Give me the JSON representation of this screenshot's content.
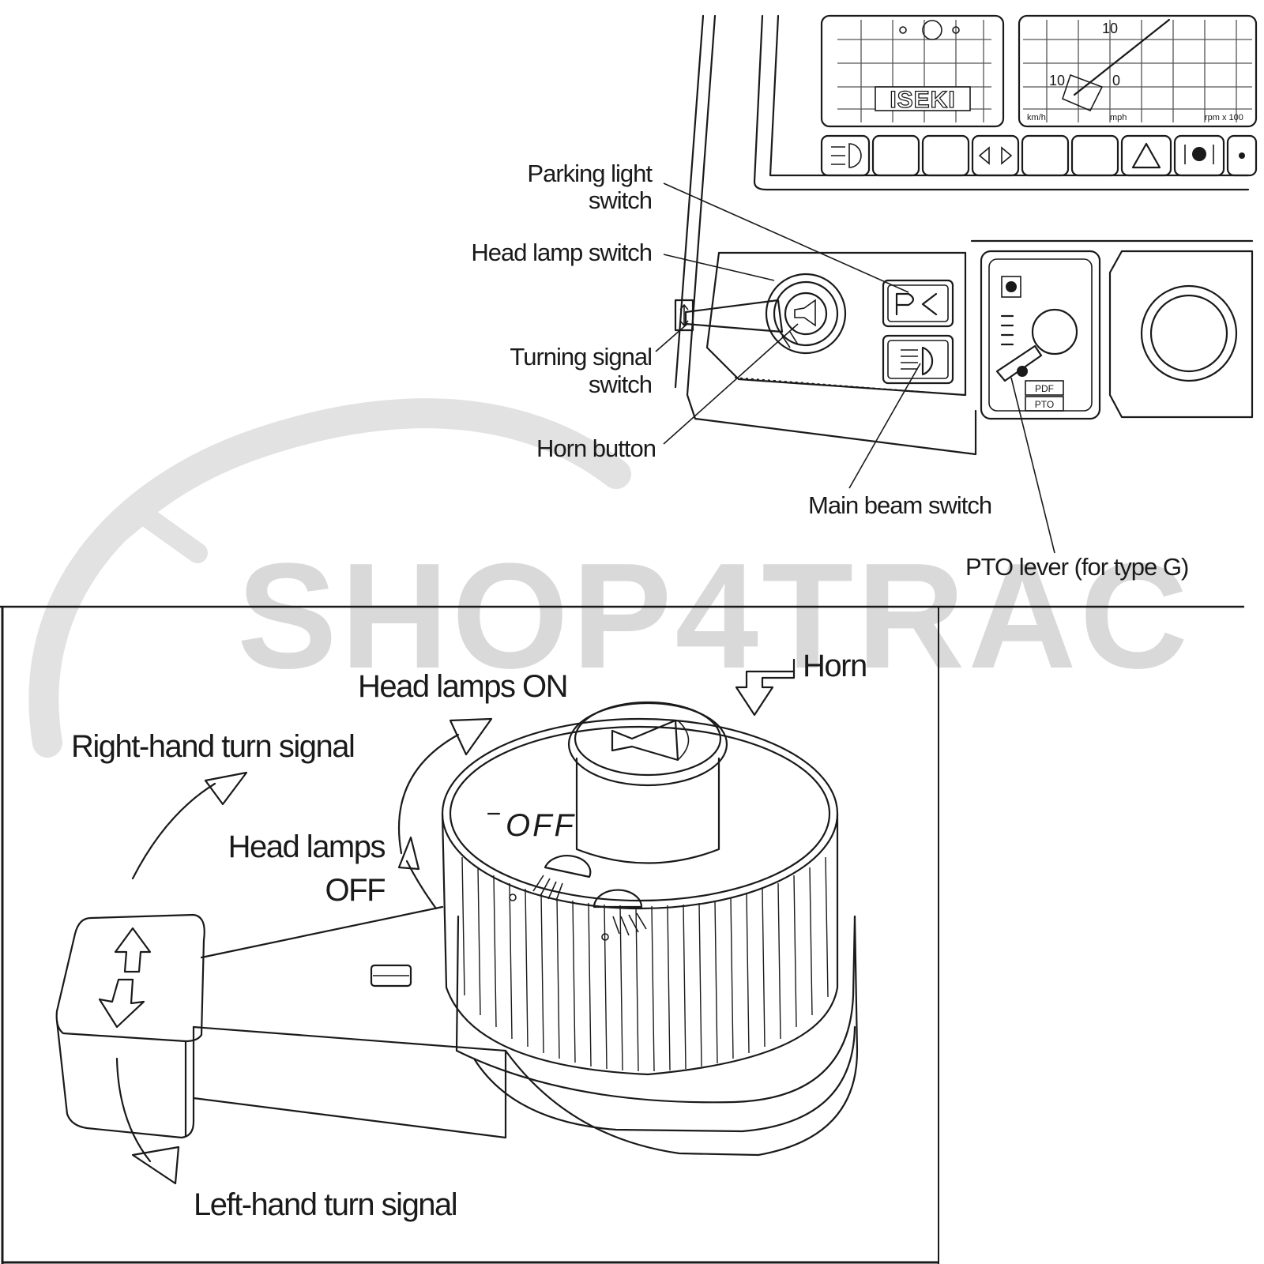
{
  "watermark": {
    "text": "SHOP4TRAC"
  },
  "dashboard": {
    "brand": "ISEKI",
    "gauge_numbers": [
      "10",
      "10",
      "0"
    ],
    "gauge_units": [
      "km/h",
      "mph",
      "rpm x 100"
    ],
    "pto_plate_top": "PDF",
    "pto_plate_bottom": "PTO"
  },
  "callouts": {
    "parking_light_1": "Parking light",
    "parking_light_2": "switch",
    "head_lamp": "Head lamp switch",
    "turning_signal_1": "Turning signal",
    "turning_signal_2": "switch",
    "horn_button": "Horn button",
    "main_beam": "Main beam switch",
    "pto_lever": "PTO lever (for type G)"
  },
  "switch_detail": {
    "right_turn": "Right-hand turn signal",
    "left_turn": "Left-hand turn signal",
    "head_on": "Head lamps ON",
    "head_off_1": "Head lamps",
    "head_off_2": "OFF",
    "horn": "Horn",
    "knob_off": "OFF"
  },
  "icons": [
    "headlamp-icon",
    "turn-arrows-icon",
    "hazard-triangle-icon",
    "work-light-icon",
    "horn-icon",
    "parking-light-icon",
    "main-beam-icon"
  ]
}
